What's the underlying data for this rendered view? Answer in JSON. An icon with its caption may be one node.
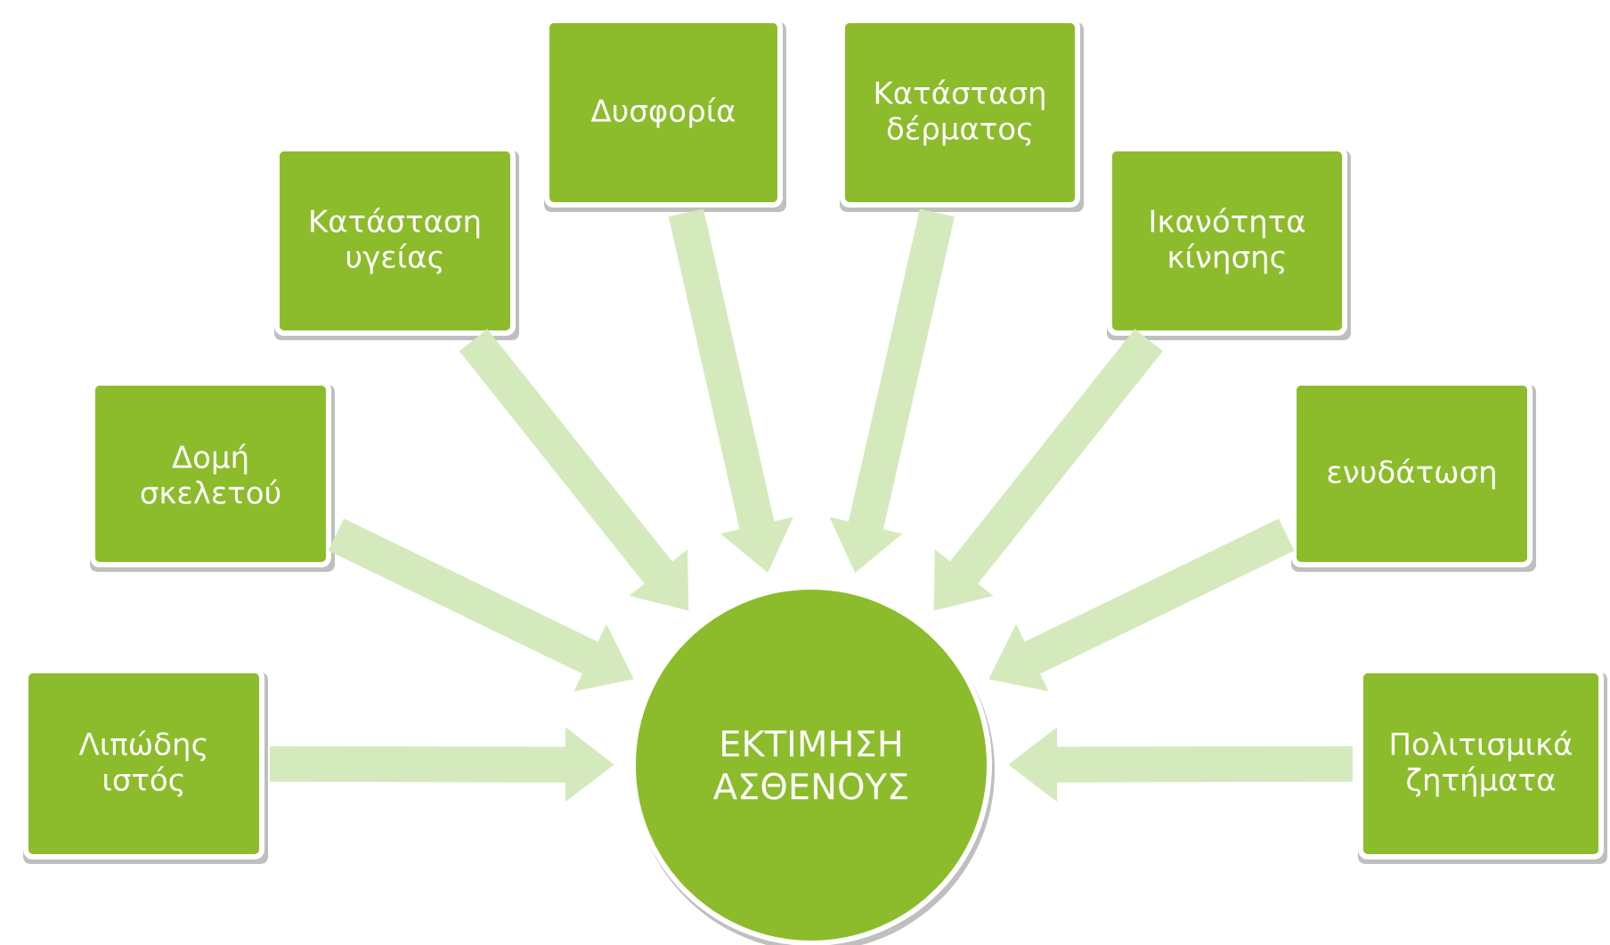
{
  "diagram": {
    "nodes": [
      {
        "text": [
          "Λιπώδης ιστός"
        ]
      },
      {
        "text": [
          "Δομή σκελετού"
        ]
      },
      {
        "text": [
          "Κατάσταση υγείας"
        ]
      },
      {
        "text": [
          "Δυσφορία"
        ]
      },
      {
        "text": [
          "Κατάσταση δέρματος"
        ]
      },
      {
        "text": [
          "Ικανότητα κίνησης"
        ]
      },
      {
        "text": [
          "ενυδάτωση"
        ]
      },
      {
        "text": [
          "Πολιτισμικά ζητήματα"
        ]
      },
      {
        "text": [
          "ΕΚΤΙΜΗΣΗ ΑΣΘΕΝΟΥΣ"
        ]
      }
    ],
    "edges": [
      {
        "from": 0,
        "to": 8,
        "arrow": "to"
      },
      {
        "from": 1,
        "to": 8,
        "arrow": "to"
      },
      {
        "from": 2,
        "to": 8,
        "arrow": "to"
      },
      {
        "from": 3,
        "to": 8,
        "arrow": "to"
      },
      {
        "from": 4,
        "to": 8,
        "arrow": "to"
      },
      {
        "from": 5,
        "to": 8,
        "arrow": "to"
      },
      {
        "from": 6,
        "to": 8,
        "arrow": "to"
      },
      {
        "from": 7,
        "to": 8,
        "arrow": "to"
      }
    ]
  }
}
